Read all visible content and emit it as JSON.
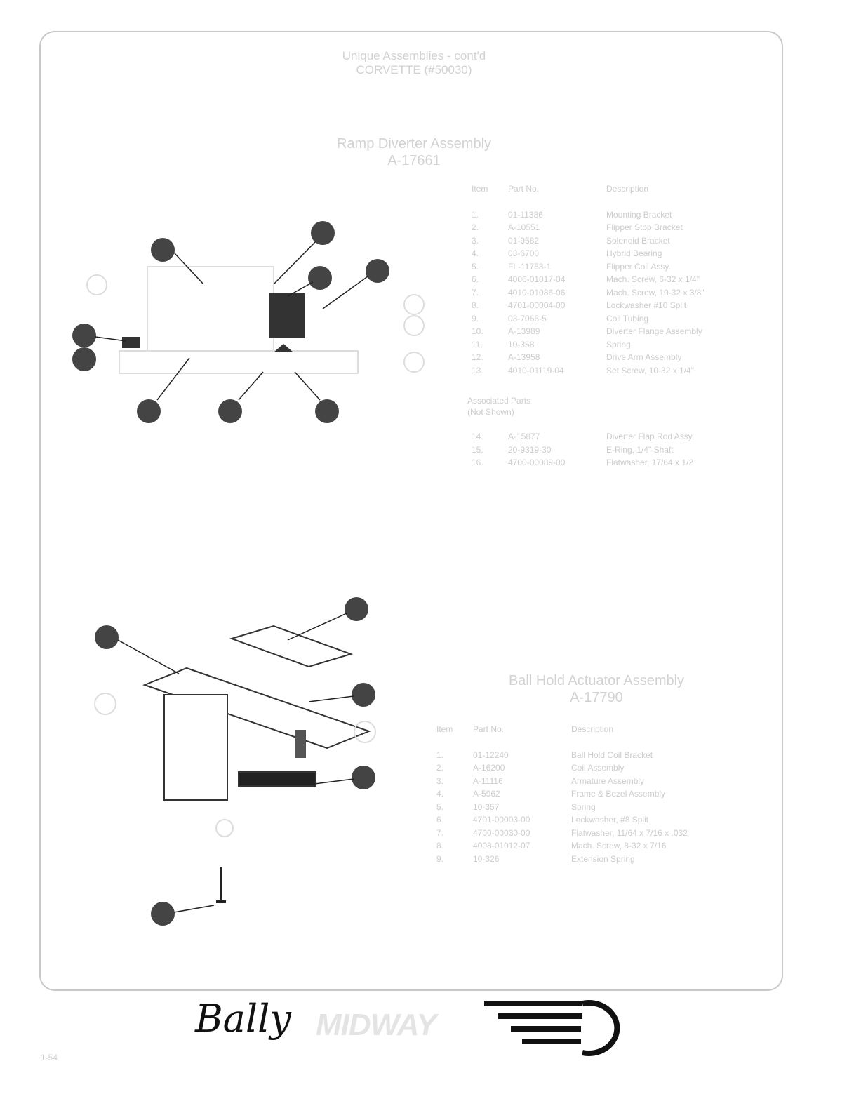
{
  "header": {
    "line1": "Unique Assemblies - cont'd",
    "line2": "CORVETTE (#50030)"
  },
  "section1": {
    "title": "Ramp Diverter Assembly",
    "part": "A-17661",
    "columns": [
      "Item",
      "Part No.",
      "Description"
    ],
    "items": [
      [
        "1.",
        "01-11386",
        "Mounting Bracket"
      ],
      [
        "2.",
        "A-10551",
        "Flipper Stop Bracket"
      ],
      [
        "3.",
        "01-9582",
        "Solenoid Bracket"
      ],
      [
        "4.",
        "03-6700",
        "Hybrid Bearing"
      ],
      [
        "5.",
        "FL-11753-1",
        "Flipper Coil Assy."
      ],
      [
        "6.",
        "4006-01017-04",
        "Mach. Screw, 6-32 x 1/4\""
      ],
      [
        "7.",
        "4010-01086-06",
        "Mach. Screw, 10-32 x 3/8\""
      ],
      [
        "8.",
        "4701-00004-00",
        "Lockwasher #10 Split"
      ],
      [
        "9.",
        "03-7066-5",
        "Coil Tubing"
      ],
      [
        "10.",
        "A-13989",
        "Diverter Flange Assembly"
      ],
      [
        "11.",
        "10-358",
        "Spring"
      ],
      [
        "12.",
        "A-13958",
        "Drive Arm Assembly"
      ],
      [
        "13.",
        "4010-01119-04",
        "Set Screw, 10-32 x 1/4\""
      ]
    ],
    "associated_title": "Associated Parts",
    "associated_subtitle": "(Not Shown)",
    "associated": [
      [
        "14.",
        "A-15877",
        "Diverter Flap Rod Assy."
      ],
      [
        "15.",
        "20-9319-30",
        "E-Ring, 1/4\" Shaft"
      ],
      [
        "16.",
        "4700-00089-00",
        "Flatwasher, 17/64 x 1/2"
      ]
    ]
  },
  "section2": {
    "title": "Ball Hold Actuator Assembly",
    "part": "A-17790",
    "columns": [
      "Item",
      "Part No.",
      "Description"
    ],
    "items": [
      [
        "1.",
        "01-12240",
        "Ball Hold Coil Bracket"
      ],
      [
        "2.",
        "A-16200",
        "Coil Assembly"
      ],
      [
        "3.",
        "A-11116",
        "Armature Assembly"
      ],
      [
        "4.",
        "A-5962",
        "Frame & Bezel Assembly"
      ],
      [
        "5.",
        "10-357",
        "Spring"
      ],
      [
        "6.",
        "4701-00003-00",
        "Lockwasher, #8 Split"
      ],
      [
        "7.",
        "4700-00030-00",
        "Flatwasher, 11/64 x 7/16 x .032"
      ],
      [
        "8.",
        "4008-01012-07",
        "Mach. Screw, 8-32 x 7/16"
      ],
      [
        "9.",
        "10-326",
        "Extension Spring"
      ]
    ]
  },
  "footer": {
    "brand1": "Bally",
    "brand2": "MIDWAY",
    "page": "1-54"
  }
}
